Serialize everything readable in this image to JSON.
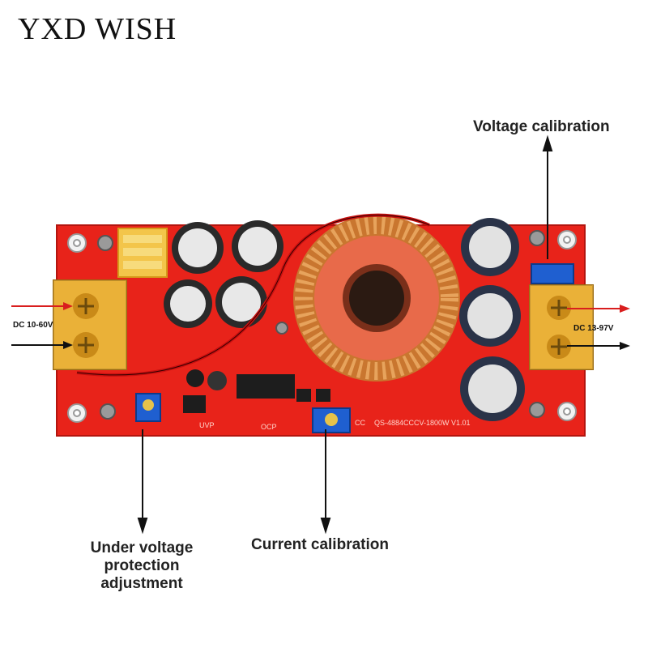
{
  "brand": "YXD WISH",
  "callouts": {
    "voltage_calibration": "Voltage calibration",
    "under_voltage": [
      "Under voltage",
      "protection",
      "adjustment"
    ],
    "current_calibration": "Current calibration"
  },
  "board": {
    "input_label": "DC 10-60V",
    "output_label": "DC 13-97V",
    "silkscreen_model": "QS-4884CCCV-1800W  V1.01",
    "silkscreen_uvp": "UVP",
    "silkscreen_ocp": "OCP",
    "silkscreen_cc": "CC"
  },
  "colors": {
    "pcb": "#e8231a",
    "terminal": "#e5a321",
    "copper": "#c9762f",
    "arrow_red": "#d91e1e",
    "trimmer": "#1f5fd0"
  }
}
